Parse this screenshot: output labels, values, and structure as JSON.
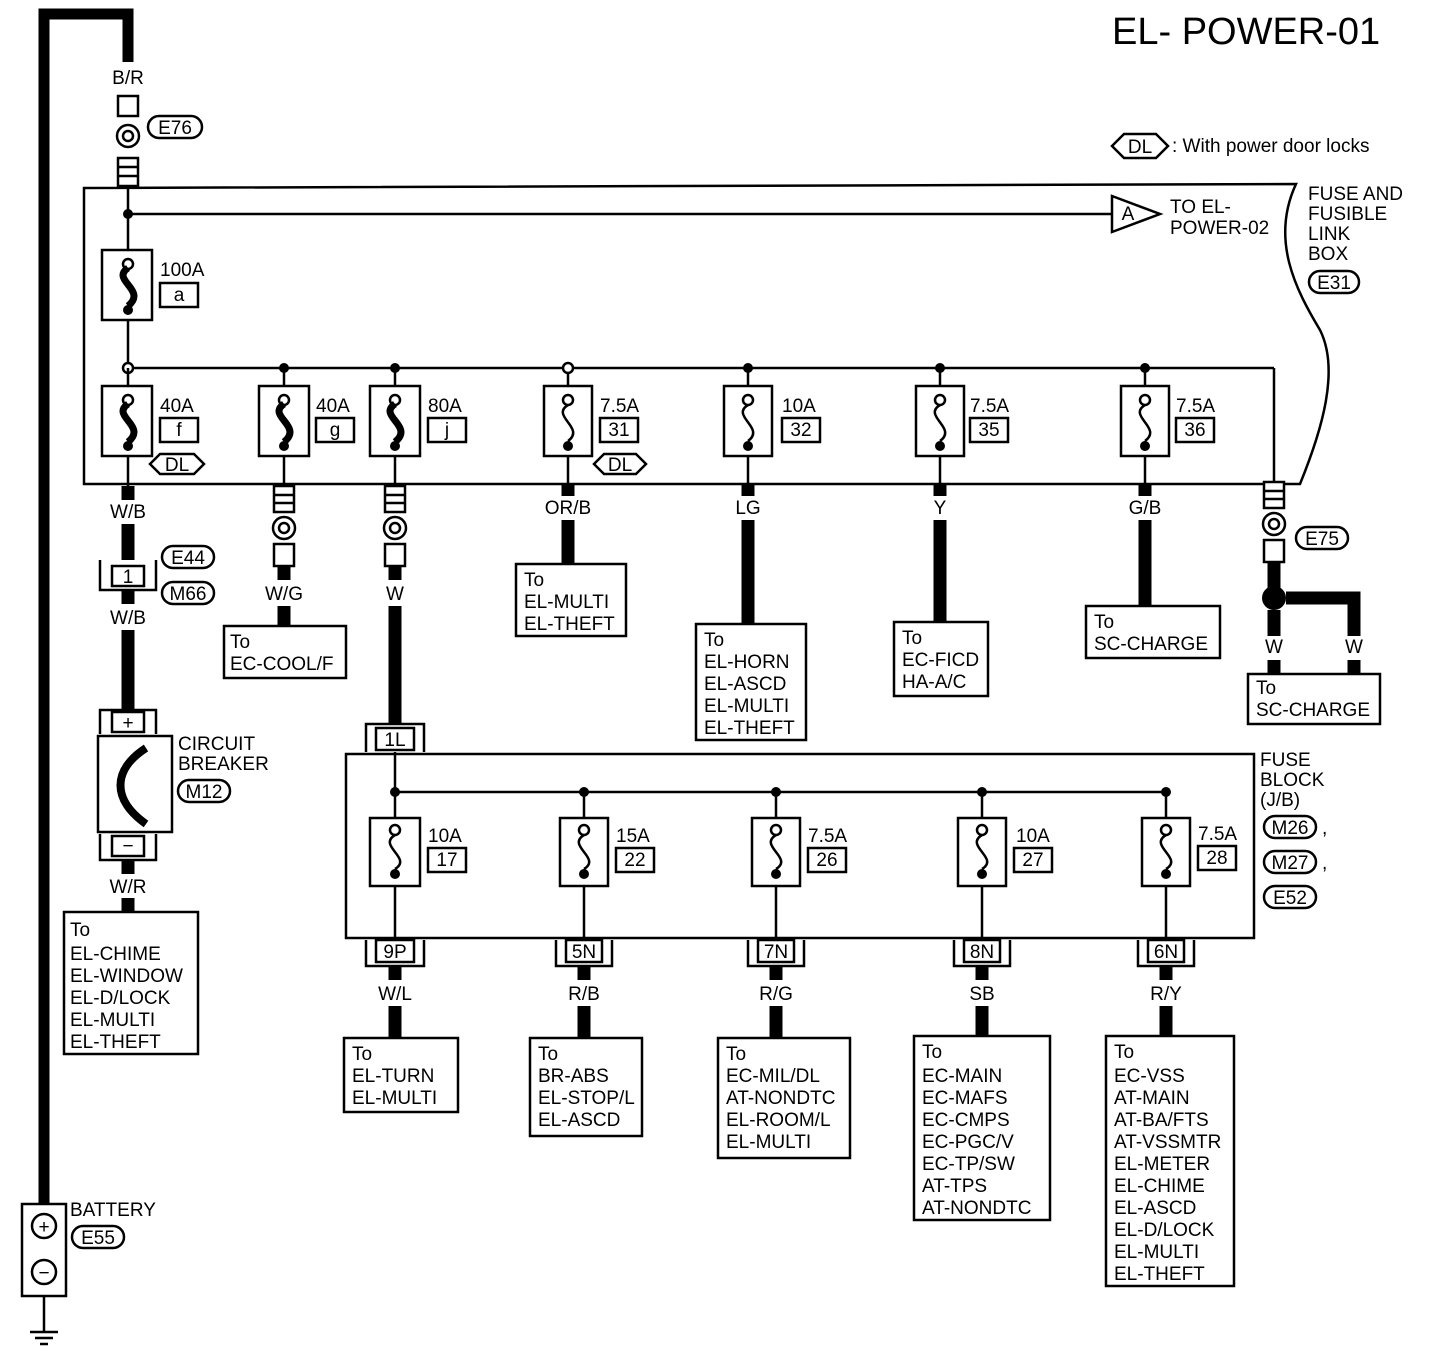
{
  "title": "EL- POWER-01",
  "legend": {
    "symbol": "DL",
    "text": ": With power door locks"
  },
  "offpage": {
    "symbol": "A",
    "text_line1": "TO EL-",
    "text_line2": "POWER-02"
  },
  "fusible_link_box": {
    "name_lines": [
      "FUSE AND",
      "FUSIBLE",
      "LINK",
      "BOX"
    ],
    "connector": "E31",
    "input": {
      "wire": "B/R",
      "connector": "E76"
    },
    "main_link": {
      "rating": "100A",
      "id": "a"
    },
    "links": [
      {
        "rating": "40A",
        "id": "f",
        "dl": "DL",
        "wire": "W/B"
      },
      {
        "rating": "40A",
        "id": "g",
        "wire": "W/G",
        "to_label": "To",
        "to": [
          "EC-COOL/F"
        ]
      },
      {
        "rating": "80A",
        "id": "j",
        "wire": "W"
      },
      {
        "rating": "7.5A",
        "id": "31",
        "dl": "DL",
        "wire": "OR/B",
        "to_label": "To",
        "to": [
          "EL-MULTI",
          "EL-THEFT"
        ]
      },
      {
        "rating": "10A",
        "id": "32",
        "wire": "LG",
        "to_label": "To",
        "to": [
          "EL-HORN",
          "EL-ASCD",
          "EL-MULTI",
          "EL-THEFT"
        ]
      },
      {
        "rating": "7.5A",
        "id": "35",
        "wire": "Y",
        "to_label": "To",
        "to": [
          "EC-FICD",
          "HA-A/C"
        ]
      },
      {
        "rating": "7.5A",
        "id": "36",
        "wire": "G/B",
        "to_label": "To",
        "to": [
          "SC-CHARGE"
        ]
      }
    ],
    "e75": {
      "connector": "E75",
      "wire_left": "W",
      "wire_right": "W",
      "to_label": "To",
      "to": [
        "SC-CHARGE"
      ]
    }
  },
  "left_branch": {
    "connectors": [
      "E44",
      "M66"
    ],
    "pin": "1",
    "wire_top": "W/B",
    "wire_mid": "W/B",
    "breaker": {
      "lines": [
        "CIRCUIT",
        "BREAKER"
      ],
      "connector": "M12",
      "plus": "+",
      "minus": "−"
    },
    "wire_bottom": "W/R",
    "to_label": "To",
    "to": [
      "EL-CHIME",
      "EL-WINDOW",
      "EL-D/LOCK",
      "EL-MULTI",
      "EL-THEFT"
    ]
  },
  "fuse_block": {
    "name_lines": [
      "FUSE",
      "BLOCK",
      "(J/B)"
    ],
    "connectors": [
      "M26",
      "M27",
      "E52"
    ],
    "connector_sep": ",",
    "input_pin": "1L",
    "fuses": [
      {
        "rating": "10A",
        "id": "17",
        "pin": "9P",
        "wire": "W/L",
        "to_label": "To",
        "to": [
          "EL-TURN",
          "EL-MULTI"
        ]
      },
      {
        "rating": "15A",
        "id": "22",
        "pin": "5N",
        "wire": "R/B",
        "to_label": "To",
        "to": [
          "BR-ABS",
          "EL-STOP/L",
          "EL-ASCD"
        ]
      },
      {
        "rating": "7.5A",
        "id": "26",
        "pin": "7N",
        "wire": "R/G",
        "to_label": "To",
        "to": [
          "EC-MIL/DL",
          "AT-NONDTC",
          "EL-ROOM/L",
          "EL-MULTI"
        ]
      },
      {
        "rating": "10A",
        "id": "27",
        "pin": "8N",
        "wire": "SB",
        "to_label": "To",
        "to": [
          "EC-MAIN",
          "EC-MAFS",
          "EC-CMPS",
          "EC-PGC/V",
          "EC-TP/SW",
          "AT-TPS",
          "AT-NONDTC"
        ]
      },
      {
        "rating": "7.5A",
        "id": "28",
        "pin": "6N",
        "wire": "R/Y",
        "to_label": "To",
        "to": [
          "EC-VSS",
          "AT-MAIN",
          "AT-BA/FTS",
          "AT-VSSMTR",
          "EL-METER",
          "EL-CHIME",
          "EL-ASCD",
          "EL-D/LOCK",
          "EL-MULTI",
          "EL-THEFT"
        ]
      }
    ]
  },
  "battery": {
    "name": "BATTERY",
    "connector": "E55",
    "plus": "+",
    "minus": "−"
  }
}
